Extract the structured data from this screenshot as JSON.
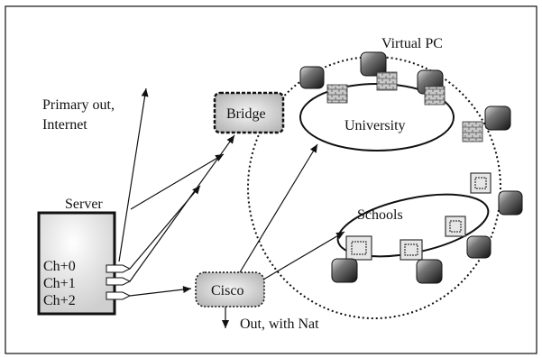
{
  "labels": {
    "virtual_pc": "Virtual PC",
    "primary_out_line1": "Primary out,",
    "primary_out_line2": "Internet",
    "bridge": "Bridge",
    "university": "University",
    "server": "Server",
    "ch0": "Ch+0",
    "ch1": "Ch+1",
    "ch2": "Ch+2",
    "schools": "Schools",
    "cisco": "Cisco",
    "out_nat": "Out, with Nat"
  },
  "colors": {
    "line": "#111111",
    "box_fill": "#dcdcdc",
    "pc_dark": "#2a2a2a",
    "pc_light": "#c8c8c8",
    "brick": "#9a9a9a"
  }
}
